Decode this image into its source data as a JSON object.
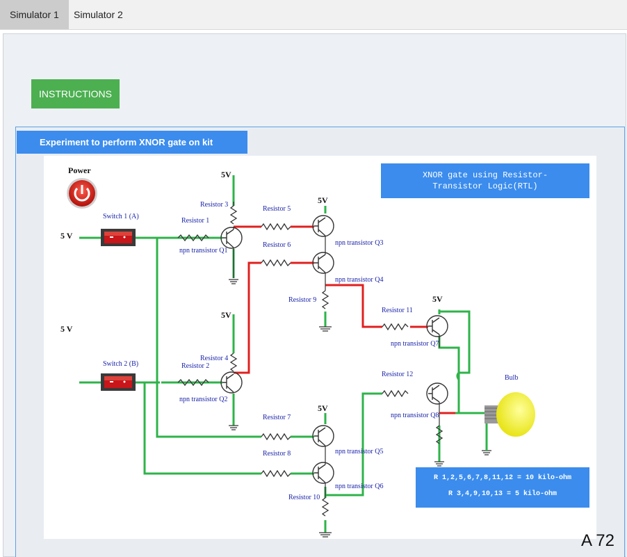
{
  "tabs": [
    {
      "label": "Simulator 1",
      "active": true
    },
    {
      "label": "Simulator 2",
      "active": false
    }
  ],
  "instructions_label": "INSTRUCTIONS",
  "experiment_title": "Experiment to perform XNOR gate on kit",
  "circuit": {
    "title_line1": "XNOR gate using Resistor-",
    "title_line2": "Transistor Logic(RTL)",
    "power_label": "Power",
    "switch1_label": "Switch 1 (A)",
    "switch2_label": "Switch 2 (B)",
    "input1_voltage": "5 V",
    "input2_voltage": "5 V",
    "supply_label": "5V",
    "bulb_label": "Bulb",
    "resistors": [
      "Resistor 1",
      "Resistor 2",
      "Resistor 3",
      "Resistor 4",
      "Resistor 5",
      "Resistor 6",
      "Resistor 7",
      "Resistor 8",
      "Resistor 9",
      "Resistor 10",
      "Resistor 11",
      "Resistor 12"
    ],
    "transistors": [
      "npn transistor Q1",
      "npn transistor Q2",
      "npn transistor Q3",
      "npn transistor Q4",
      "npn transistor Q5",
      "npn transistor Q6",
      "npn transistor Q7",
      "npn transistor Q8"
    ],
    "resistance_line1": "R 1,2,5,6,7,8,11,12 = 10 kilo-ohm",
    "resistance_line2": "R 3,4,9,10,13 = 5 kilo-ohm",
    "colors": {
      "wire_green": "#2eb34a",
      "wire_red": "#e0201f",
      "label_blue": "#1a23a8",
      "box_blue": "#3b8ced"
    }
  },
  "corner_tag": "A 72"
}
